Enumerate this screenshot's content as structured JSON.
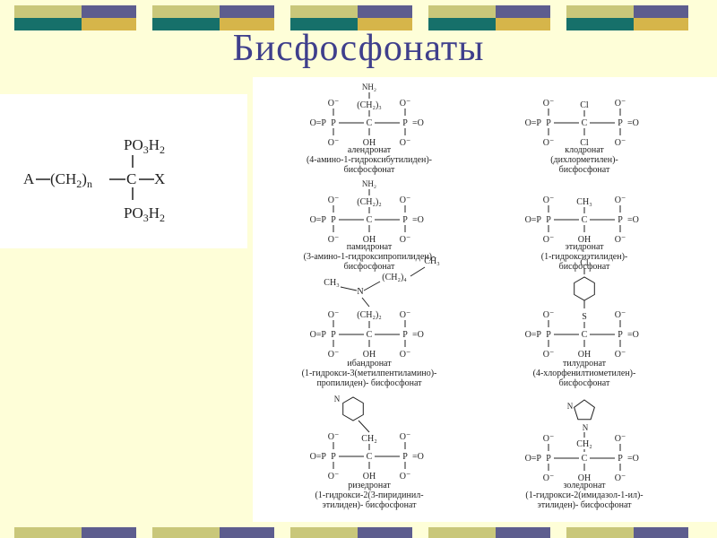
{
  "slide": {
    "title": "Бисфосфонаты",
    "colors": {
      "teal": "#16706a",
      "olive": "#c9c77a",
      "slate": "#5d5d8e",
      "gold": "#d6b54a",
      "background": "#fefed8",
      "title": "#3f3f8c"
    }
  },
  "general_formula": {
    "a": "A",
    "chain": "(CH",
    "chain_sub": "2",
    "chain_close": ")",
    "chain_n": "n",
    "c": "C",
    "x": "X",
    "po3h2_top": "PO",
    "po3h2_sub3": "3",
    "po3h2_h": "H",
    "po3h2_sub2": "2"
  },
  "compounds": {
    "alendronate": {
      "name": "алендронат",
      "line1": "(4-амино-1-гидроксибутилиден)-",
      "line2": "бисфосфонат",
      "sub_top": "NH₂",
      "chain": "(CH₂)₃"
    },
    "clodronate": {
      "name": "клодронат",
      "line1": "(дихлорметилен)-",
      "line2": "бисфосфонат",
      "sub_top": "Cl",
      "sub_bottom": "Cl"
    },
    "pamidronate": {
      "name": "памидронат",
      "line1": "(3-амино-1-гидроксипропилиден)-",
      "line2": "бисфосфонат",
      "sub_top": "NH₂",
      "chain": "(CH₂)₂"
    },
    "etidronate": {
      "name": "этидронат",
      "line1": "(1-гидроксиэтилиден)-",
      "line2": "бисфосфонат",
      "sub_top": "CH₃"
    },
    "ibandronate": {
      "name": "ибандронат",
      "line1": "(1-гидрокси-3(метилпентиламино)-",
      "line2": "пропилиден)- бисфосфонат",
      "sub_ch3": "CH₃",
      "sub_chain": "(CH₂)₄",
      "sub_ch3b": "CH₃",
      "sub_n": "N",
      "chain": "(CH₂)₂"
    },
    "tiludronate": {
      "name": "тилудронат",
      "line1": "(4-хлорфенилтиометилен)-",
      "line2": "бисфосфонат",
      "sub_cl": "Cl",
      "sub_s": "S"
    },
    "risedronate": {
      "name": "ризедронат",
      "line1": "(1-гидрокси-2(3-пиридинил-",
      "line2": "этилиден)- бисфосфонат",
      "sub_n": "N",
      "chain": "CH₂"
    },
    "zoledronate": {
      "name": "золедронат",
      "line1": "(1-гидрокси-2(имидазол-1-ил)-",
      "line2": "этилиден)- бисфосфонат",
      "sub_n": "N",
      "chain": "CH₂"
    }
  },
  "atoms": {
    "o_minus": "O⁻",
    "o_eq": "O=P",
    "p_eq_o": "P=O",
    "c": "C",
    "oh": "OH",
    "dash": "—"
  }
}
